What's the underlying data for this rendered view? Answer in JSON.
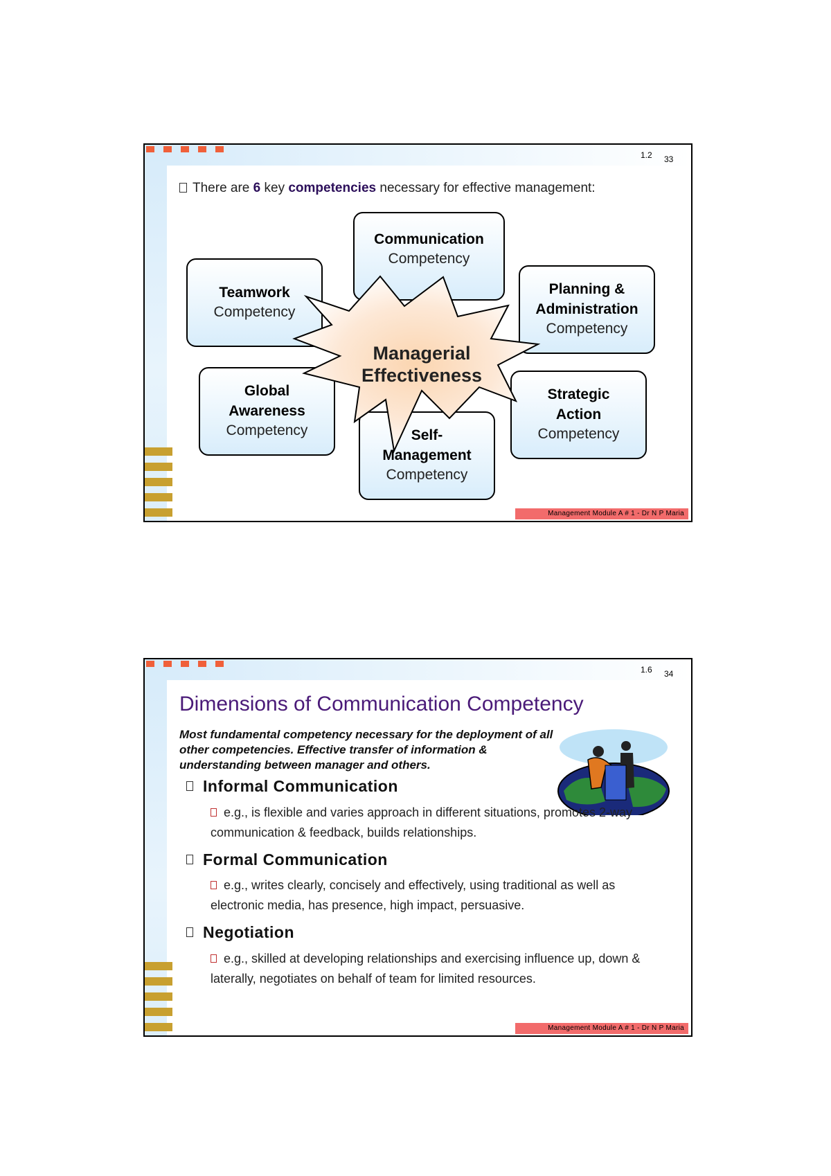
{
  "slide1": {
    "num_small": "1.2",
    "num": "33",
    "intro": {
      "part1": "There are ",
      "count": "6",
      "part2": " key ",
      "keyword": "competencies",
      "part3": " necessary for effective management:"
    },
    "center_line1": "Managerial",
    "center_line2": "Effectiveness",
    "boxes": {
      "communication": {
        "title": "Communication",
        "sub": "Competency"
      },
      "teamwork": {
        "title": "Teamwork",
        "sub": "Competency"
      },
      "planning": {
        "title1": "Planning &",
        "title2": "Administration",
        "sub": "Competency"
      },
      "global": {
        "title1": "Global",
        "title2": "Awareness",
        "sub": "Competency"
      },
      "strategic": {
        "title1": "Strategic",
        "title2": "Action",
        "sub": "Competency"
      },
      "self": {
        "title1": "Self-",
        "title2": "Management",
        "sub": "Competency"
      }
    },
    "footer": "Management Module A # 1 - Dr N P Maria"
  },
  "slide2": {
    "num_small": "1.6",
    "num": "34",
    "title": "Dimensions of Communication Competency",
    "subtitle": "Most fundamental competency necessary for the deployment of all other competencies.  Effective transfer of information & understanding between manager and others.",
    "items": [
      {
        "heading": "Informal Communication",
        "detail": "e.g., is flexible and varies approach in different situations, promotes 2-way communication & feedback, builds relationships."
      },
      {
        "heading": "Formal Communication",
        "detail": "e.g., writes clearly, concisely and effectively, using traditional as well as electronic media, has presence, high impact, persuasive."
      },
      {
        "heading": "Negotiation",
        "detail": "e.g., skilled at developing relationships and exercising influence up, down & laterally, negotiates on behalf of team for limited resources."
      }
    ],
    "footer": "Management Module A # 1 - Dr N P Maria"
  },
  "colors": {
    "accent_orange": "#f0603a",
    "gold_bar": "#c8a030",
    "title_purple": "#4a1a78",
    "footer_red": "#f26b6b"
  }
}
